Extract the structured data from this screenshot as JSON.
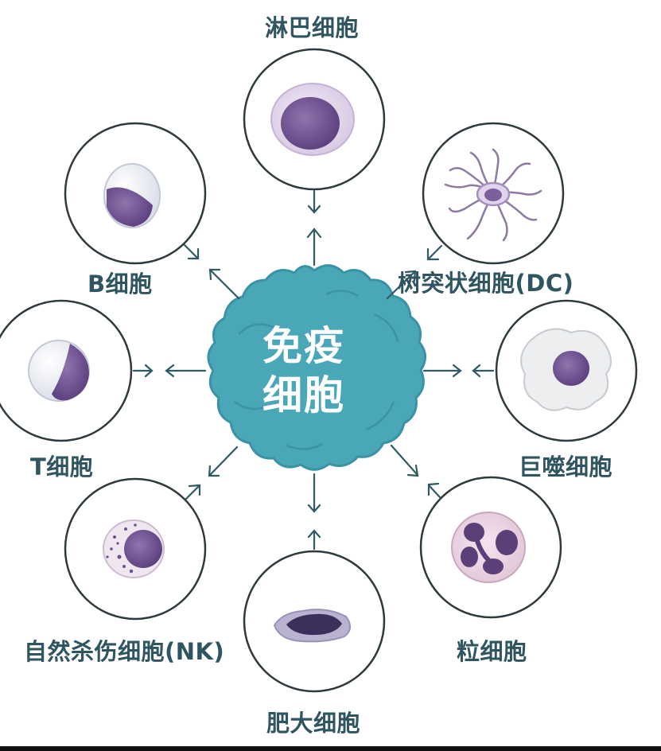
{
  "center": {
    "line1": "免疫",
    "line2": "细胞"
  },
  "cells": [
    {
      "id": "lymphocyte",
      "label": "淋巴细胞"
    },
    {
      "id": "dendritic",
      "label": "树突状细胞(DC)"
    },
    {
      "id": "macrophage",
      "label": "巨噬细胞"
    },
    {
      "id": "granulocyte",
      "label": "粒细胞"
    },
    {
      "id": "mast",
      "label": "肥大细胞"
    },
    {
      "id": "nk",
      "label": "自然杀伤细胞(NK)"
    },
    {
      "id": "t-cell",
      "label": "T细胞"
    },
    {
      "id": "b-cell",
      "label": "B细胞"
    }
  ],
  "colors": {
    "blob": "#4aa7b8",
    "blob_edge": "#3a93a4",
    "text": "#2f5560",
    "circle": "#2f3a3e",
    "cell_purple": "#6e4d8e"
  }
}
